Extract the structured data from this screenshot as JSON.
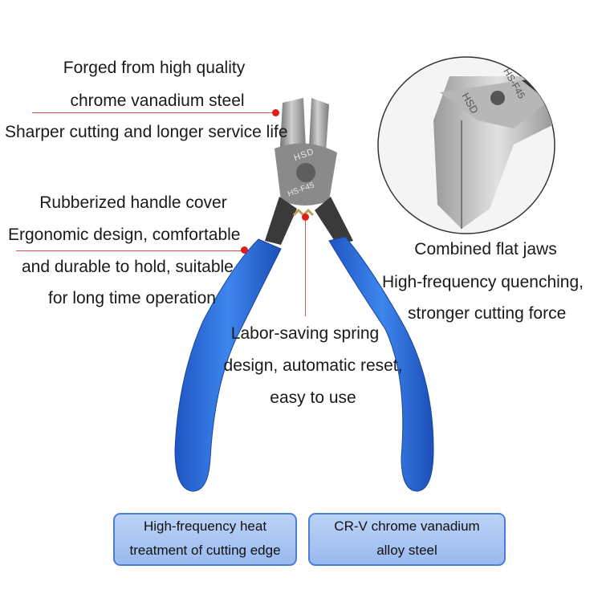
{
  "callouts": {
    "forged": {
      "line1": "Forged from high quality",
      "line2": "chrome vanadium steel",
      "line3": "Sharper cutting and longer service life"
    },
    "handle": {
      "line1": "Rubberized handle cover",
      "line2": "Ergonomic design, comfortable",
      "line3": "and durable to hold, suitable",
      "line4": "for long time operation"
    },
    "jaws": {
      "line1": "Combined flat jaws",
      "line2": "High-frequency quenching,",
      "line3": "stronger cutting force"
    },
    "spring": {
      "line1": "Labor-saving spring",
      "line2": "design, automatic reset,",
      "line3": "easy to use"
    }
  },
  "badges": {
    "heat": {
      "line1": "High-frequency heat",
      "line2": "treatment of cutting edge"
    },
    "crv": {
      "line1": "CR-V chrome vanadium",
      "line2": "alloy steel"
    }
  },
  "engraving": {
    "brand": "HSD",
    "model": "HS-F45"
  },
  "colors": {
    "handle": "#2f6fdc",
    "marker": "#e21b1b",
    "badge": "#a9c4f2"
  }
}
